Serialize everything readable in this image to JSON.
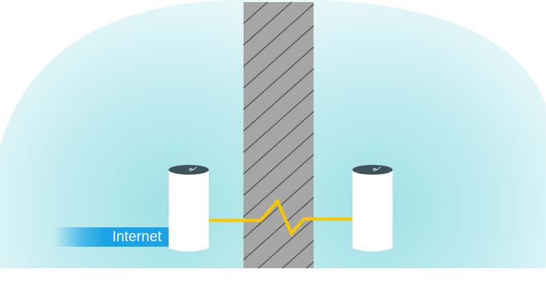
{
  "diagram": {
    "internet_label": "Internet",
    "colors": {
      "signal": "#f7c800",
      "wall": "#a6a6a6",
      "internet": "#1aa3e6",
      "glow": "#9fe0e6",
      "device_top": "#3f5259"
    },
    "icons": [
      "mesh-router-left",
      "mesh-router-right",
      "wall",
      "wireless-signal"
    ]
  }
}
